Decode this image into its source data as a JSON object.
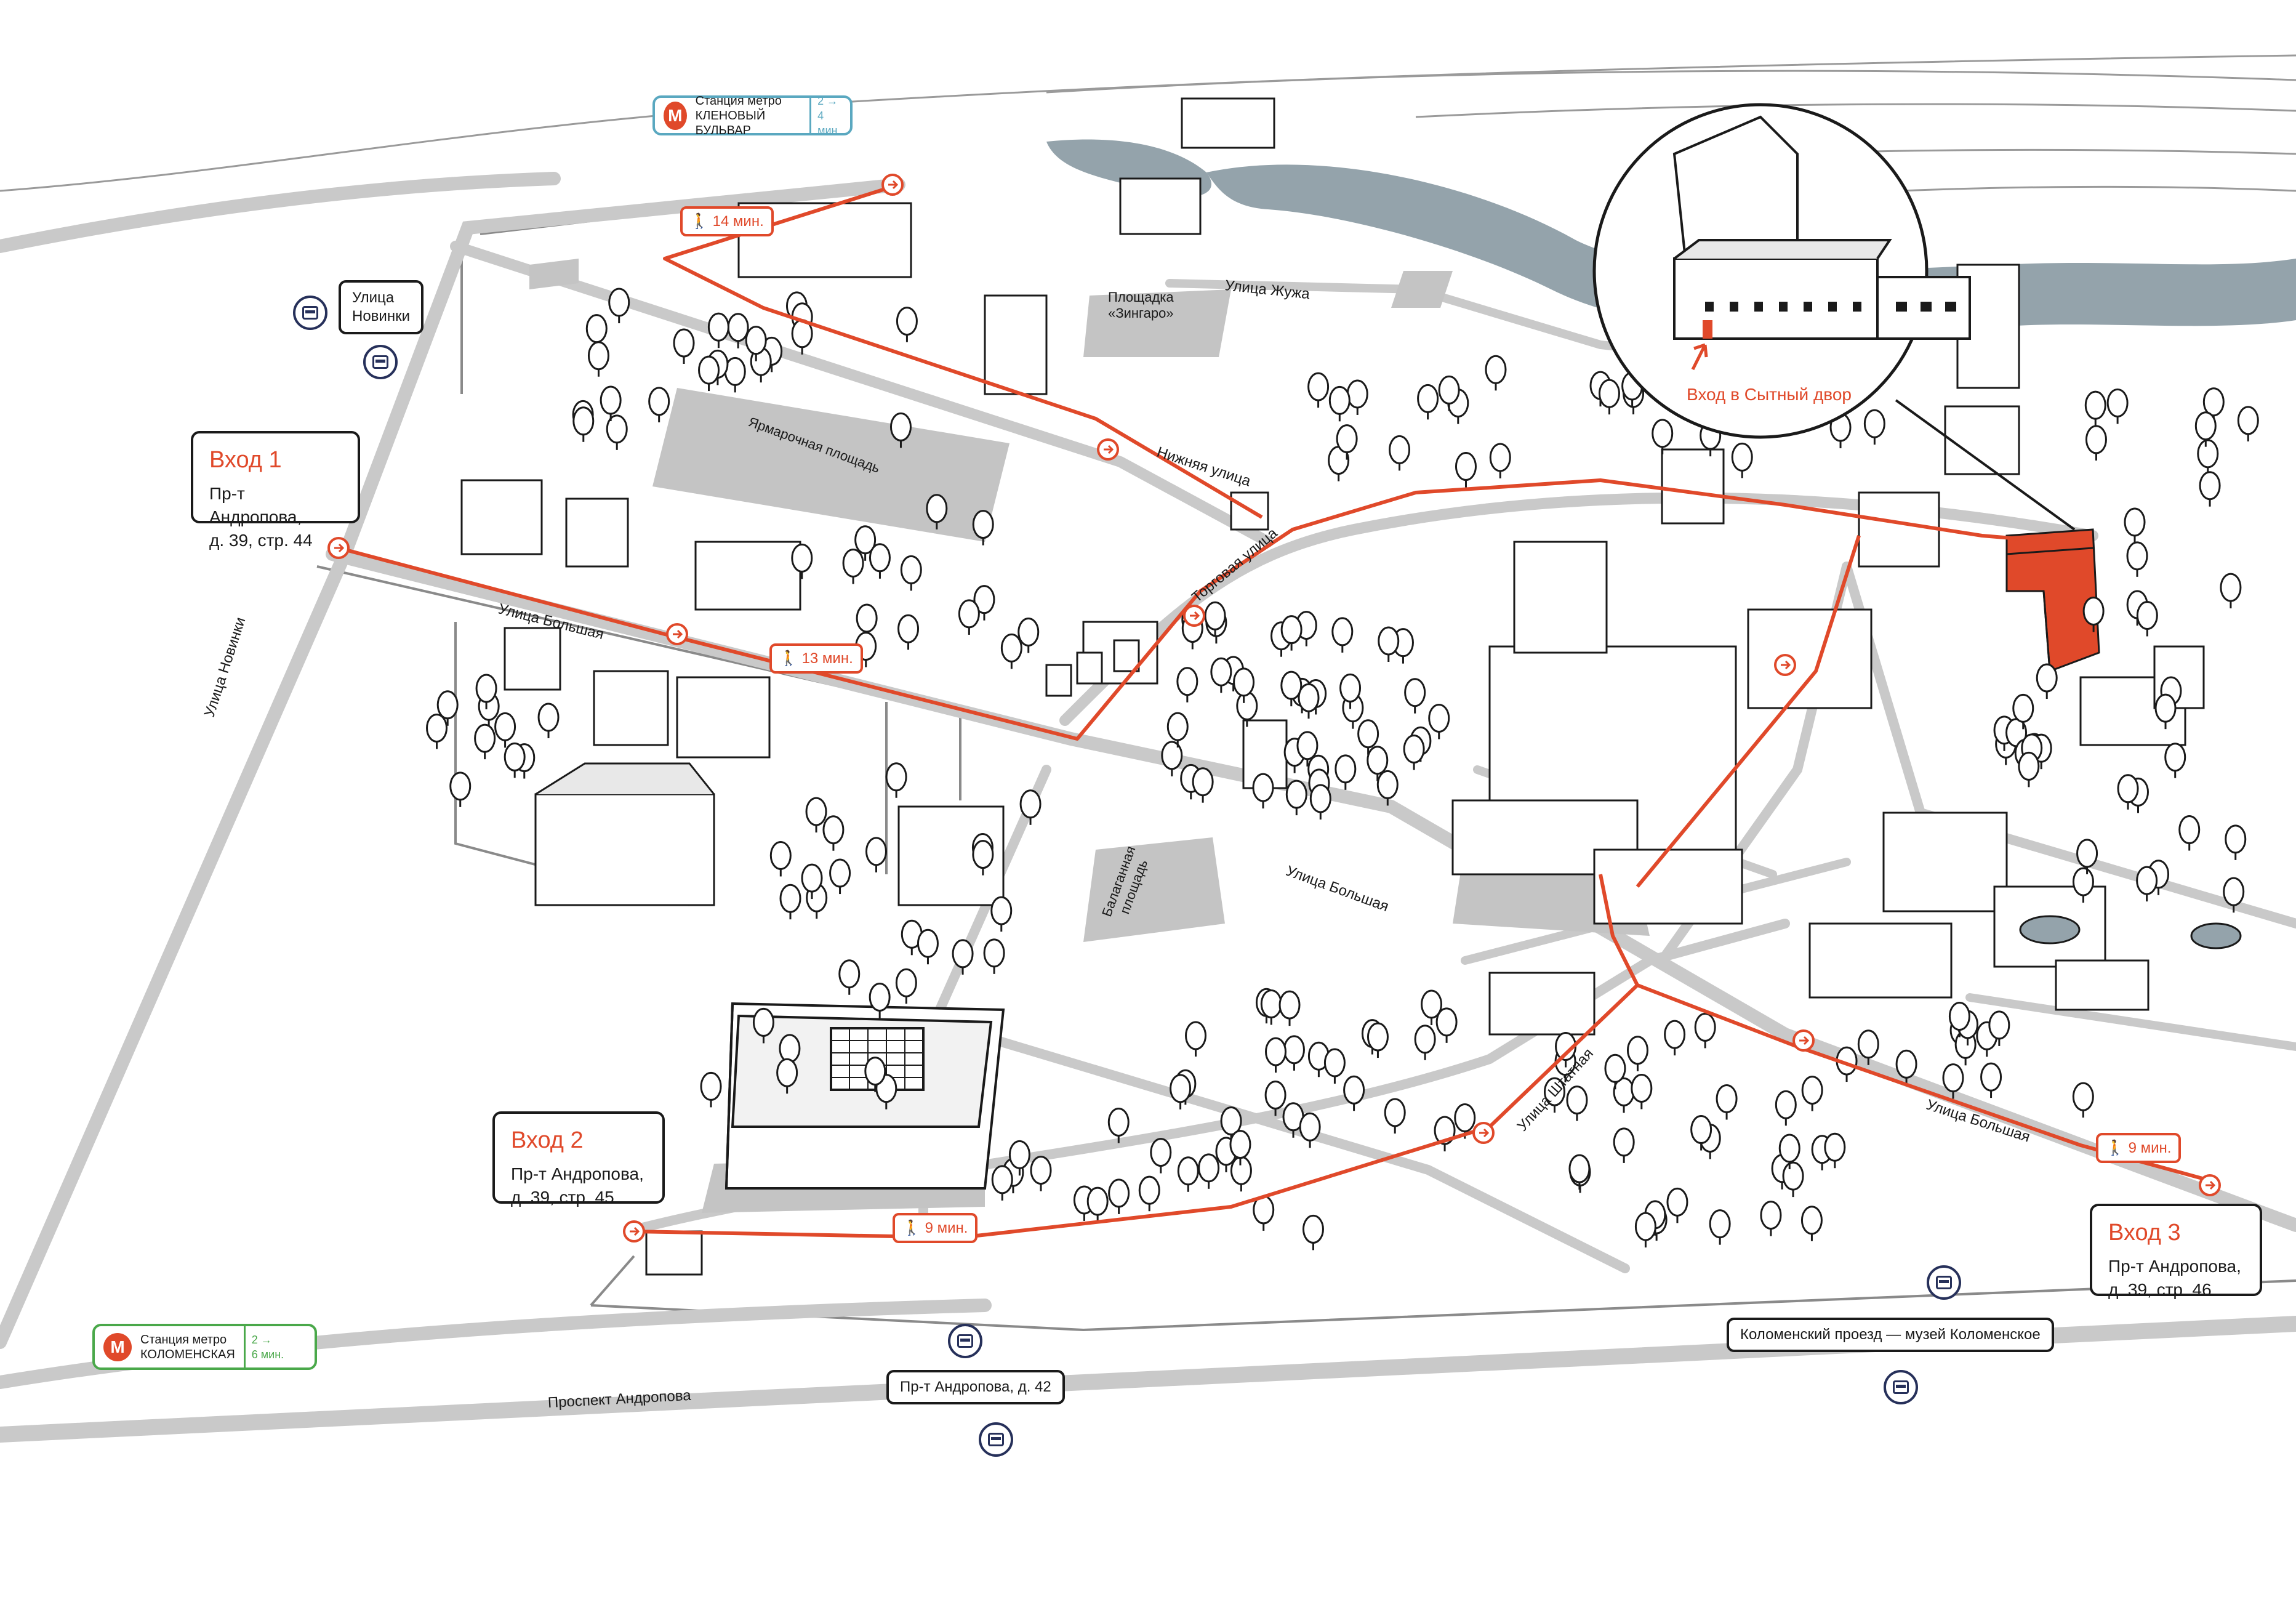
{
  "colors": {
    "accent": "#e0492a",
    "road": "#c9c9c9",
    "river": "#94a3ab",
    "metro_klenovy": "#5aa8c0",
    "metro_kolomenskaya": "#4aa84a",
    "bus": "#26305a"
  },
  "entrances": [
    {
      "title": "Вход 1",
      "line1": "Пр-т Андропова,",
      "line2": "д. 39, стр. 44"
    },
    {
      "title": "Вход 2",
      "line1": "Пр-т Андропова,",
      "line2": "д. 39, стр. 45"
    },
    {
      "title": "Вход 3",
      "line1": "Пр-т Андропова,",
      "line2": "д. 39, стр. 46"
    }
  ],
  "metro": [
    {
      "line1": "Станция метро",
      "line2": "КЛЕНОВЫЙ БУЛЬВАР",
      "walk": "2 →",
      "time": "4 мин.",
      "icon": "metro-icon"
    },
    {
      "line1": "Станция метро",
      "line2": "КОЛОМЕНСКАЯ",
      "walk": "2 →",
      "time": "6 мин.",
      "icon": "metro-icon"
    }
  ],
  "bus_stops": [
    {
      "name_line1": "Улица",
      "name_line2": "Новинки",
      "icon": "bus-icon"
    },
    {
      "name": "Пр-т Андропова, д. 42",
      "icon": "bus-icon"
    },
    {
      "name": "Коломенский проезд — музей Коломенское",
      "icon": "bus-icon"
    }
  ],
  "walk_times": [
    "14 мин.",
    "13 мин.",
    "9 мин.",
    "9 мин."
  ],
  "streets": {
    "zhuzha": "Улица Жужа",
    "nizhnyaya": "Нижняя улица",
    "torgovaya": "Торговая улица",
    "bolshaya_1": "Улица Большая",
    "bolshaya_2": "Улица Большая",
    "bolshaya_3": "Улица Большая",
    "novinki": "Улица Новинки",
    "shtatnaya": "Улица Штатная",
    "andropova": "Проспект Андропова"
  },
  "squares": {
    "zingaro_line1": "Площадка",
    "zingaro_line2": "«Зингаро»",
    "yarmarochnaya": "Ярмарочная площадь",
    "balagannaya_line1": "Балаганная",
    "balagannaya_line2": "площадь"
  },
  "inset": {
    "label": "Вход в Сытный двор"
  }
}
